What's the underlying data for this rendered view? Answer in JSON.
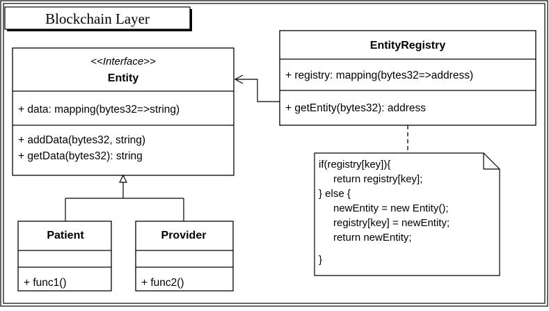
{
  "layer": {
    "title": "Blockchain Layer"
  },
  "entity": {
    "stereotype": "<<Interface>>",
    "name": "Entity",
    "attributes": [
      "+ data: mapping(bytes32=>string)"
    ],
    "methods": [
      "+ addData(bytes32, string)",
      "+ getData(bytes32): string"
    ]
  },
  "registry": {
    "name": "EntityRegistry",
    "attributes": [
      "+ registry: mapping(bytes32=>address)"
    ],
    "methods": [
      "+ getEntity(bytes32): address"
    ]
  },
  "patient": {
    "name": "Patient",
    "methods": [
      "+ func1()"
    ]
  },
  "provider": {
    "name": "Provider",
    "methods": [
      "+ func2()"
    ]
  },
  "note": {
    "lines": [
      "if(registry[key]){",
      "    return registry[key];",
      "} else {",
      "    newEntity = new Entity();",
      "    registry[key] = newEntity;",
      "    return newEntity;",
      "}"
    ]
  }
}
